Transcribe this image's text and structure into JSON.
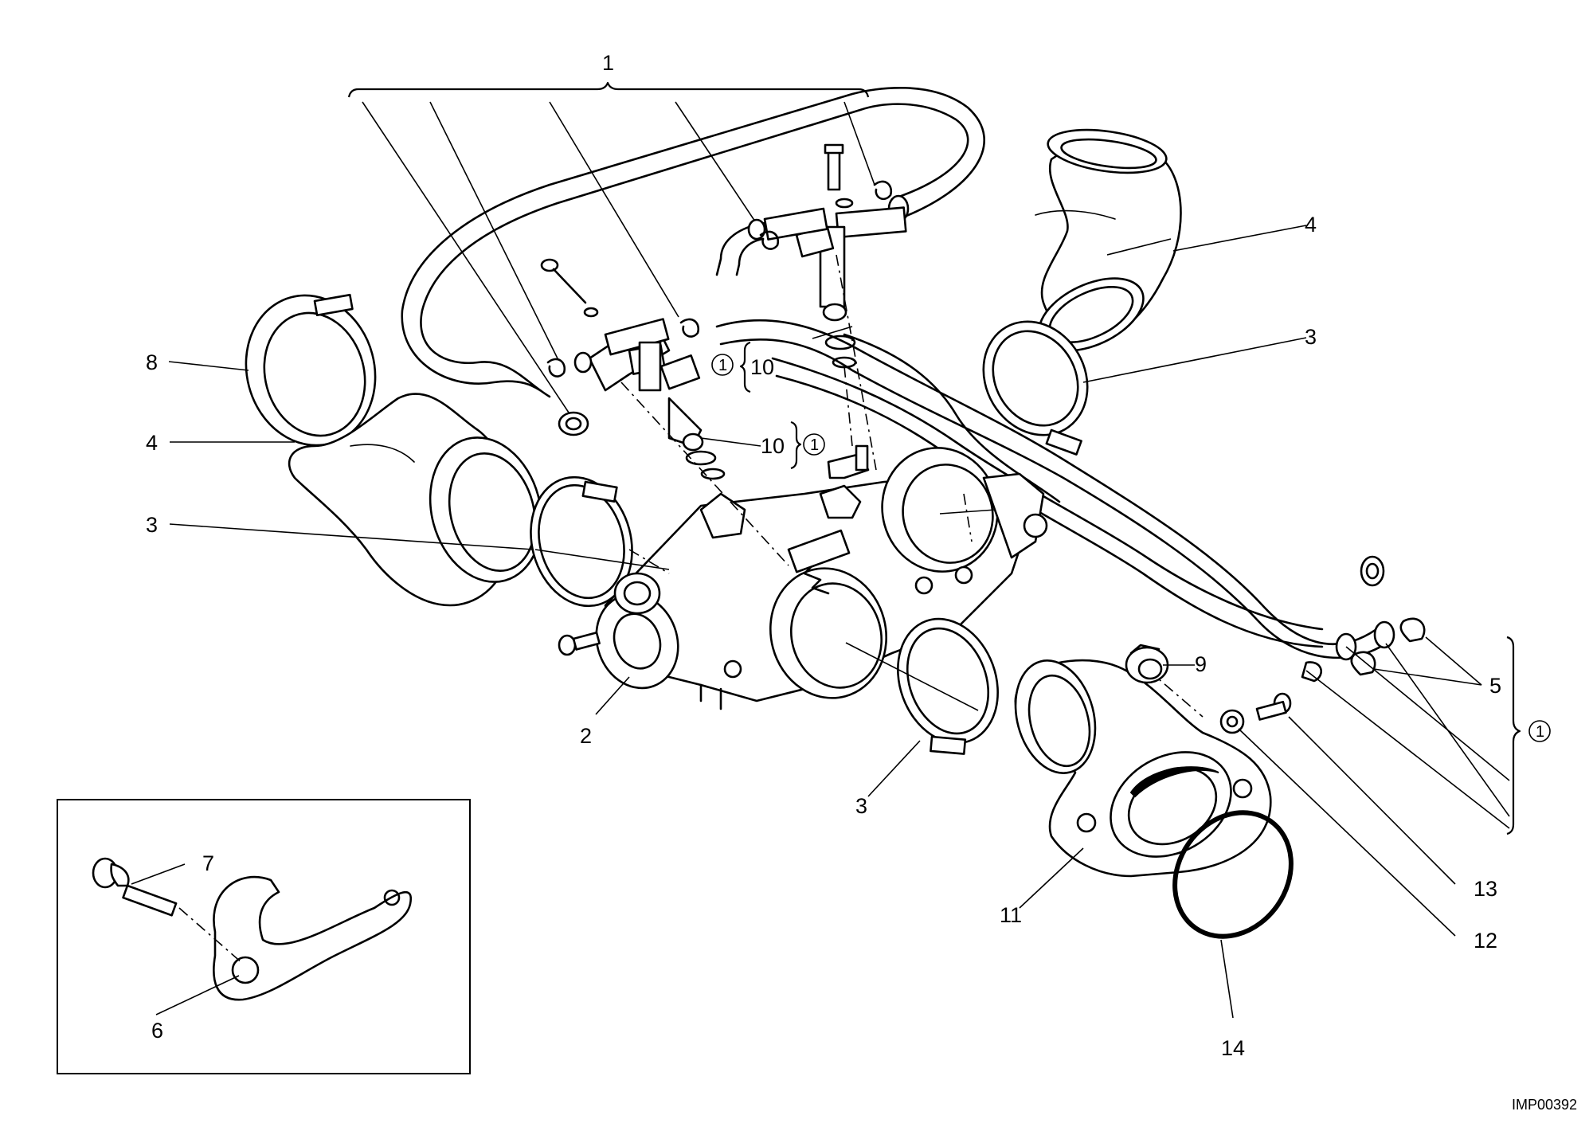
{
  "drawing_code": "IMP00392",
  "callouts": {
    "c1_top": "1",
    "c2": "2",
    "c3_left": "3",
    "c3_bottom": "3",
    "c3_right": "3",
    "c4_left": "4",
    "c4_right": "4",
    "c5": "5",
    "c6": "6",
    "c7": "7",
    "c8": "8",
    "c9": "9",
    "c10_upper": "10",
    "c10_lower": "10",
    "c11": "11",
    "c12": "12",
    "c13": "13",
    "c14": "14"
  },
  "circled_refs": {
    "upper_10": "1",
    "lower_10": "1",
    "right_group": "1"
  }
}
